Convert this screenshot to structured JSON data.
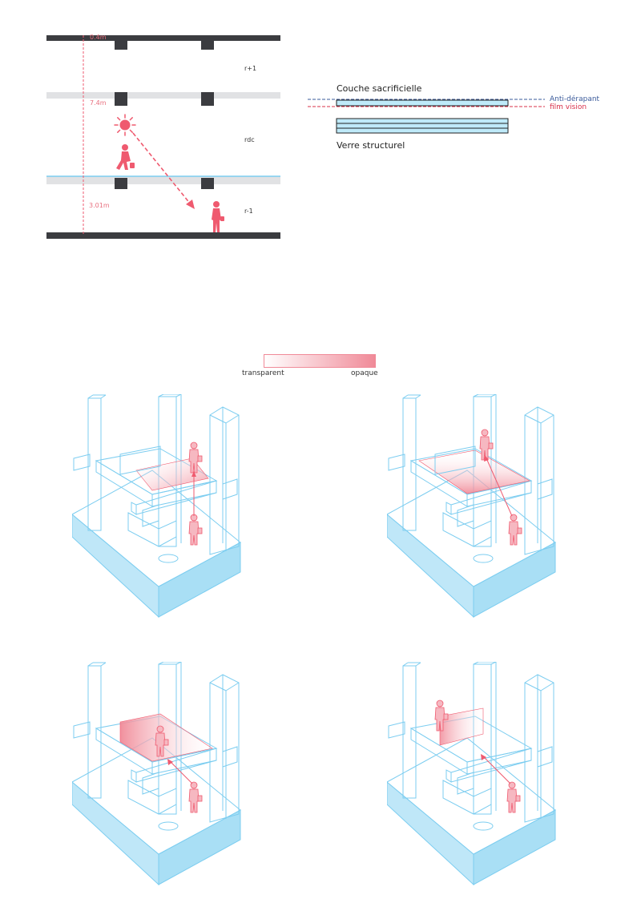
{
  "section": {
    "levels": [
      "r+1",
      "rdc",
      "r-1"
    ],
    "dimensions": [
      "0.4m",
      "7.4m",
      "3.01m"
    ]
  },
  "layers": {
    "top_title": "Couche sacrificielle",
    "bottom_title": "Verre structurel",
    "legend": [
      {
        "label": "Anti-dérapant",
        "color": "#3a5a9a"
      },
      {
        "label": "film vision",
        "color": "#d8304a"
      }
    ]
  },
  "opacity_scale": {
    "left_label": "transparent",
    "right_label": "opaque",
    "start_color": "#ffffff",
    "end_color": "#f08a98"
  },
  "colors": {
    "structure": "#3b3c40",
    "floor_gray": "#e1e2e4",
    "glass_blue": "#7ccdf0",
    "glass_fill": "#cfeefb",
    "accent_pink": "#ef5a6f"
  },
  "axonometrics": [
    {
      "id": "scenario-1"
    },
    {
      "id": "scenario-2"
    },
    {
      "id": "scenario-3"
    },
    {
      "id": "scenario-4"
    }
  ]
}
